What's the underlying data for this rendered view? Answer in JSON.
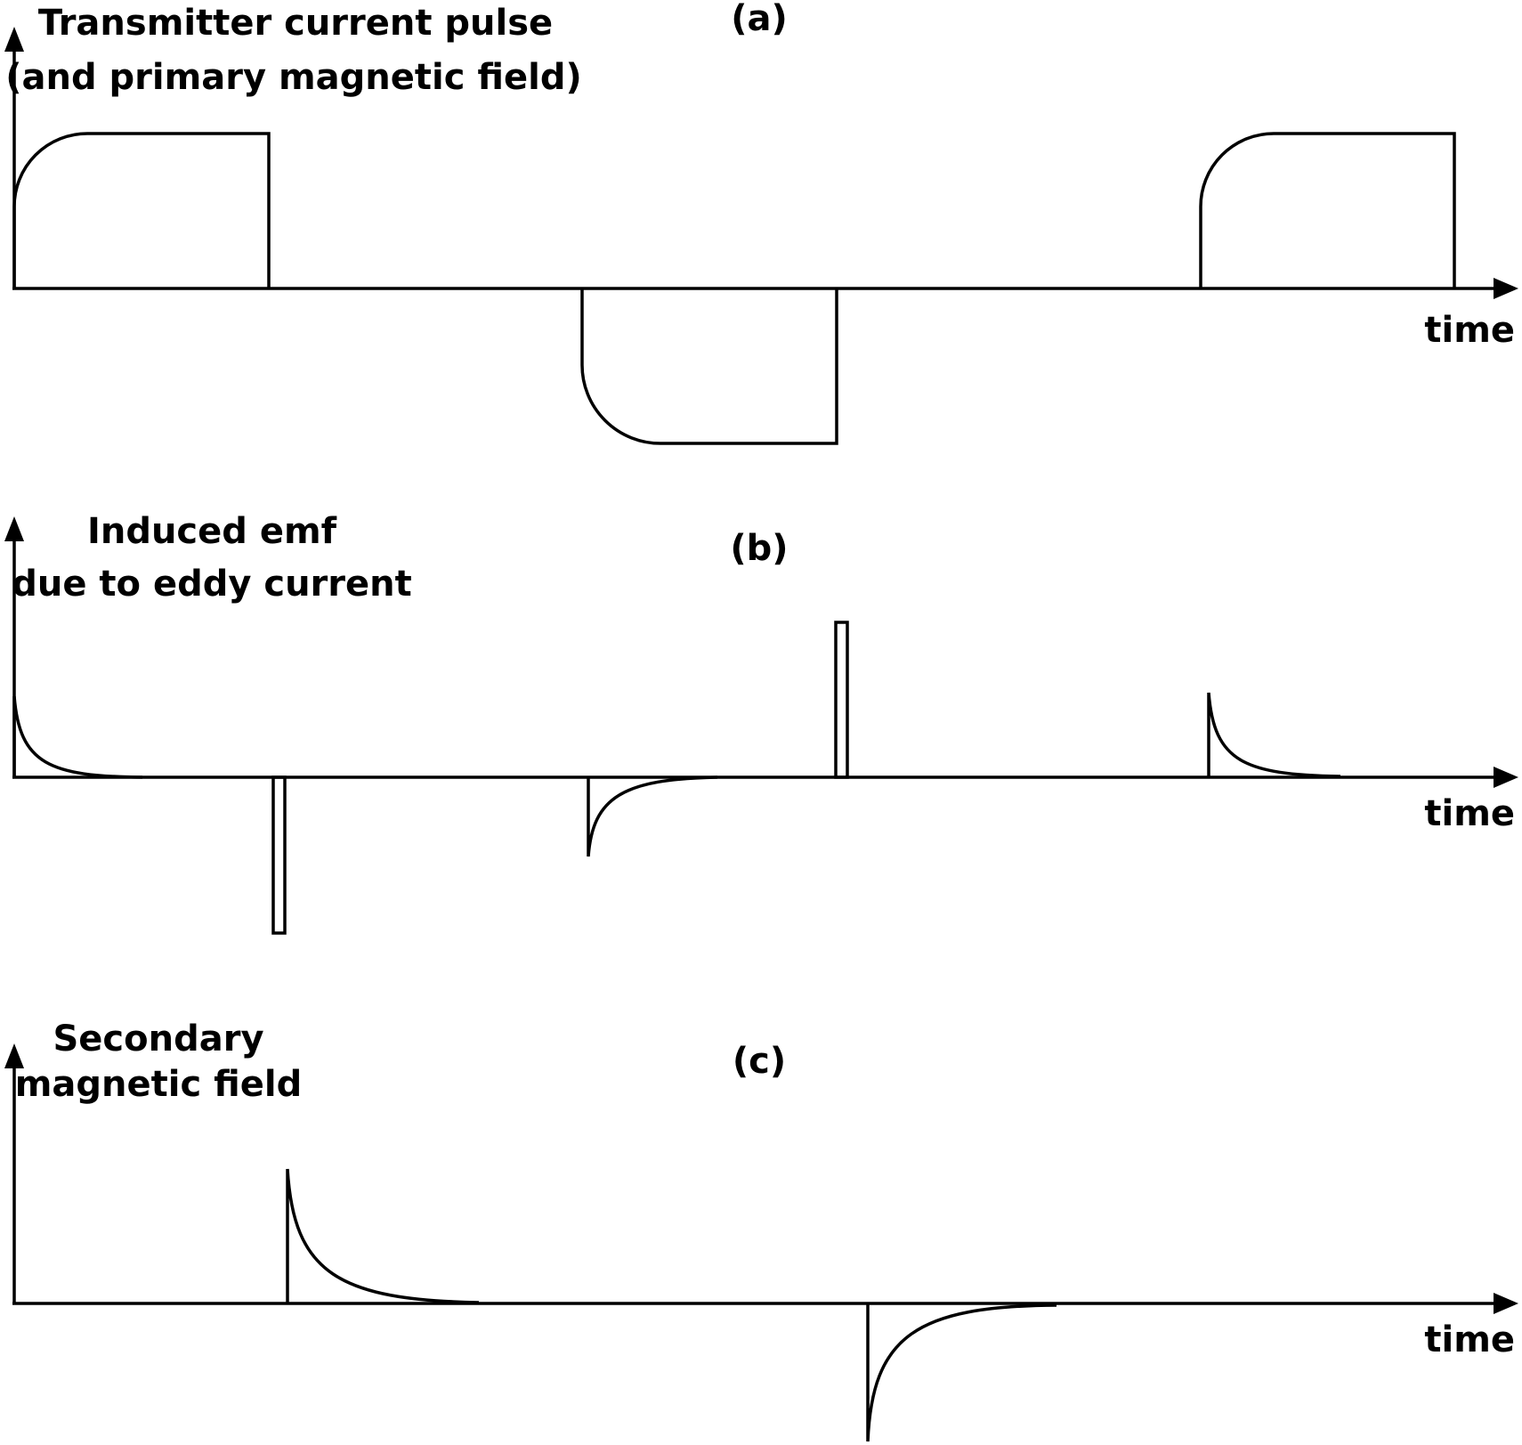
{
  "panels": [
    {
      "id": "a",
      "tag": "(a)",
      "ylabel_lines": [
        "Transmitter current pulse",
        "(and primary magnetic field)"
      ],
      "xlabel": "time"
    },
    {
      "id": "b",
      "tag": "(b)",
      "ylabel_lines": [
        "Induced emf",
        "due to eddy current"
      ],
      "xlabel": "time"
    },
    {
      "id": "c",
      "tag": "(c)",
      "ylabel_lines": [
        "Secondary",
        "magnetic field"
      ],
      "xlabel": "time"
    }
  ]
}
